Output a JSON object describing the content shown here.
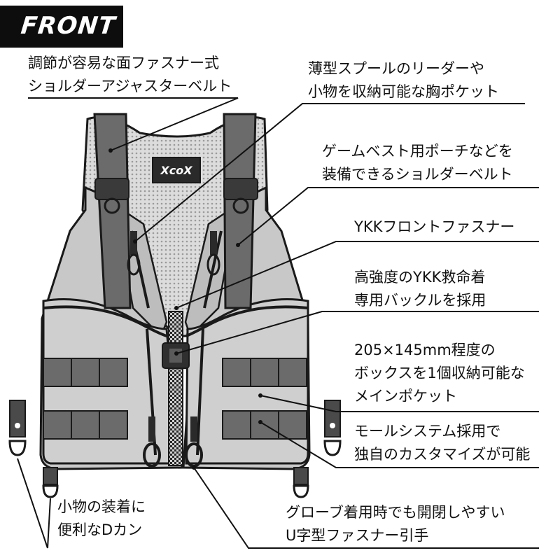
{
  "badge": {
    "label": "FRONT"
  },
  "logo": {
    "text": "XcoX"
  },
  "callouts": {
    "shoulder_adjust": {
      "line1": "調節が容易な面ファスナー式",
      "line2": "ショルダーアジャスターベルト"
    },
    "chest_pocket": {
      "line1": "薄型スプールのリーダーや",
      "line2": "小物を収納可能な胸ポケット"
    },
    "shoulder_belt": {
      "line1": "ゲームベスト用ポーチなどを",
      "line2": "装備できるショルダーベルト"
    },
    "front_zipper": {
      "line1": "YKKフロントファスナー"
    },
    "buckle": {
      "line1": "高強度のYKK救命着",
      "line2": "専用バックルを採用"
    },
    "main_pocket": {
      "line1": "205×145mm程度の",
      "line2": "ボックスを1個収納可能な",
      "line3": "メインポケット"
    },
    "molle": {
      "line1": "モールシステム採用で",
      "line2": "独自のカスタマイズが可能"
    },
    "d_ring": {
      "line1": "小物の装着に",
      "line2": "便利なDカン"
    },
    "u_pull": {
      "line1": "グローブ着用時でも開閉しやすい",
      "line2": "U字型ファスナー引手"
    }
  },
  "colors": {
    "vest_body": "#c7c7c7",
    "strap": "#6b6b6b",
    "mesh": "#dadada",
    "outline": "#1a1a1a",
    "badge_bg": "#0d0d0d"
  }
}
